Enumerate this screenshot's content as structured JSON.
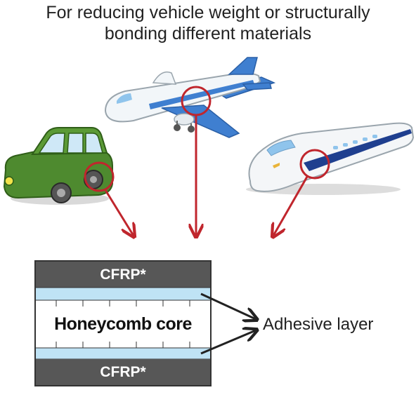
{
  "title": {
    "line1": "For reducing vehicle weight or  structurally",
    "line2": "bonding different materials"
  },
  "vehicles": {
    "car_icon": "car-icon",
    "airplane_icon": "airplane-icon",
    "train_icon": "bullet-train-icon"
  },
  "panel": {
    "top_layer": "CFRP*",
    "core": "Honeycomb core",
    "bottom_layer": "CFRP*",
    "adhesive_label": "Adhesive layer"
  },
  "colors": {
    "cfrp": "#575757",
    "adhesive": "#bfe3f5",
    "highlight_circle": "#c0262d",
    "car_body": "#4e8a2f",
    "plane_stripe": "#3f7fd0",
    "train_stripe": "#1f3f8f"
  }
}
